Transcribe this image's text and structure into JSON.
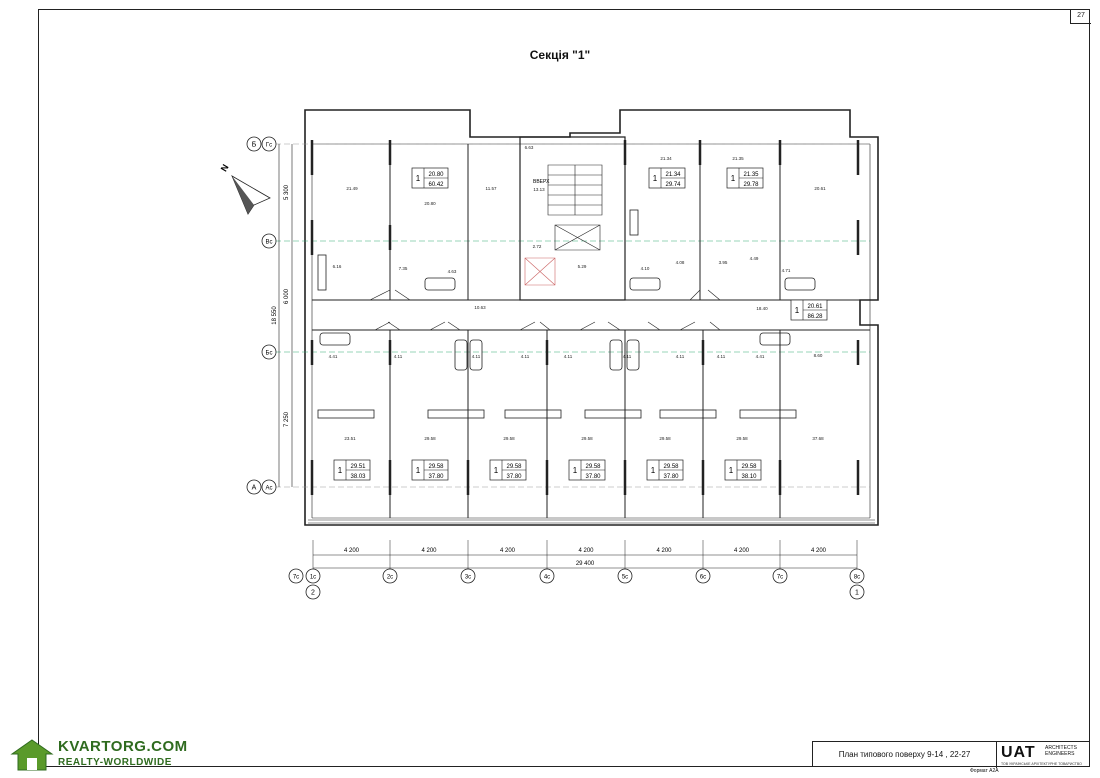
{
  "sheet": {
    "number": "27",
    "format_label": "Формат А2А"
  },
  "section_title": "Секція \"1\"",
  "title_block": {
    "plan_caption": "План типового поверху 9-14 , 22-27",
    "company_logo": "UAT",
    "company_tag": "ARCHITECTS ENGINEERS",
    "company_sub": "ТОВ УКРАЇНСЬКЕ АРХІТЕКТУРНЕ ТОВАРИСТВО"
  },
  "watermark": {
    "brand": "KVARTORG.COM",
    "sub": "REALTY-WORLDWIDE"
  },
  "north_label": "N",
  "stair_label": "ВВЕРХ",
  "axes": {
    "rows": [
      {
        "id": "row-b",
        "primary": "Б",
        "secondary": "Гс"
      },
      {
        "id": "row-vs",
        "primary": "Вс"
      },
      {
        "id": "row-bs",
        "primary": "Бс"
      },
      {
        "id": "row-a",
        "primary": "А",
        "secondary": "Ас"
      }
    ],
    "columns_sec": [
      "7с",
      "1с",
      "2с",
      "3с",
      "4с",
      "5с",
      "6с",
      "7с",
      "8с"
    ],
    "columns_prim": [
      "2",
      "1"
    ]
  },
  "dimensions": {
    "horizontal": [
      "4 200",
      "4 200",
      "4 200",
      "4 200",
      "4 200",
      "4 200",
      "4 200"
    ],
    "horizontal_total": "29 400",
    "vertical": [
      "5 300",
      "6 000",
      "7 250"
    ],
    "vertical_total": "18 550"
  },
  "apartments": [
    {
      "rooms": "1",
      "living": "20.80",
      "total": "60.42"
    },
    {
      "rooms": "1",
      "living": "21.34",
      "total": "29.74"
    },
    {
      "rooms": "1",
      "living": "21.35",
      "total": "29.78"
    },
    {
      "rooms": "1",
      "living": "20.61",
      "total": "86.28"
    },
    {
      "rooms": "1",
      "living": "29.51",
      "total": "38.03"
    },
    {
      "rooms": "1",
      "living": "29.58",
      "total": "37.80"
    },
    {
      "rooms": "1",
      "living": "29.58",
      "total": "37.80"
    },
    {
      "rooms": "1",
      "living": "29.58",
      "total": "37.80"
    },
    {
      "rooms": "1",
      "living": "29.58",
      "total": "37.80"
    },
    {
      "rooms": "1",
      "living": "29.58",
      "total": "38.10"
    }
  ],
  "room_areas": {
    "top": [
      "21.49",
      "20.80",
      "11.57",
      "6.63",
      "13.13",
      "21.34",
      "21.35",
      "20.61"
    ],
    "mid": [
      "6.16",
      "7.35",
      "4.63",
      "2.72",
      "5.29",
      "4.10",
      "4.08",
      "3.95",
      "4.49",
      "4.71",
      "10.63",
      "18.40",
      "8.60"
    ],
    "corridor": [
      "4.41",
      "4.11",
      "4.11",
      "4.11",
      "4.11",
      "4.11",
      "4.11",
      "4.11",
      "4.41"
    ],
    "bottom": [
      "23.51",
      "29.58",
      "29.58",
      "29.58",
      "29.58",
      "29.58",
      "37.68"
    ]
  }
}
